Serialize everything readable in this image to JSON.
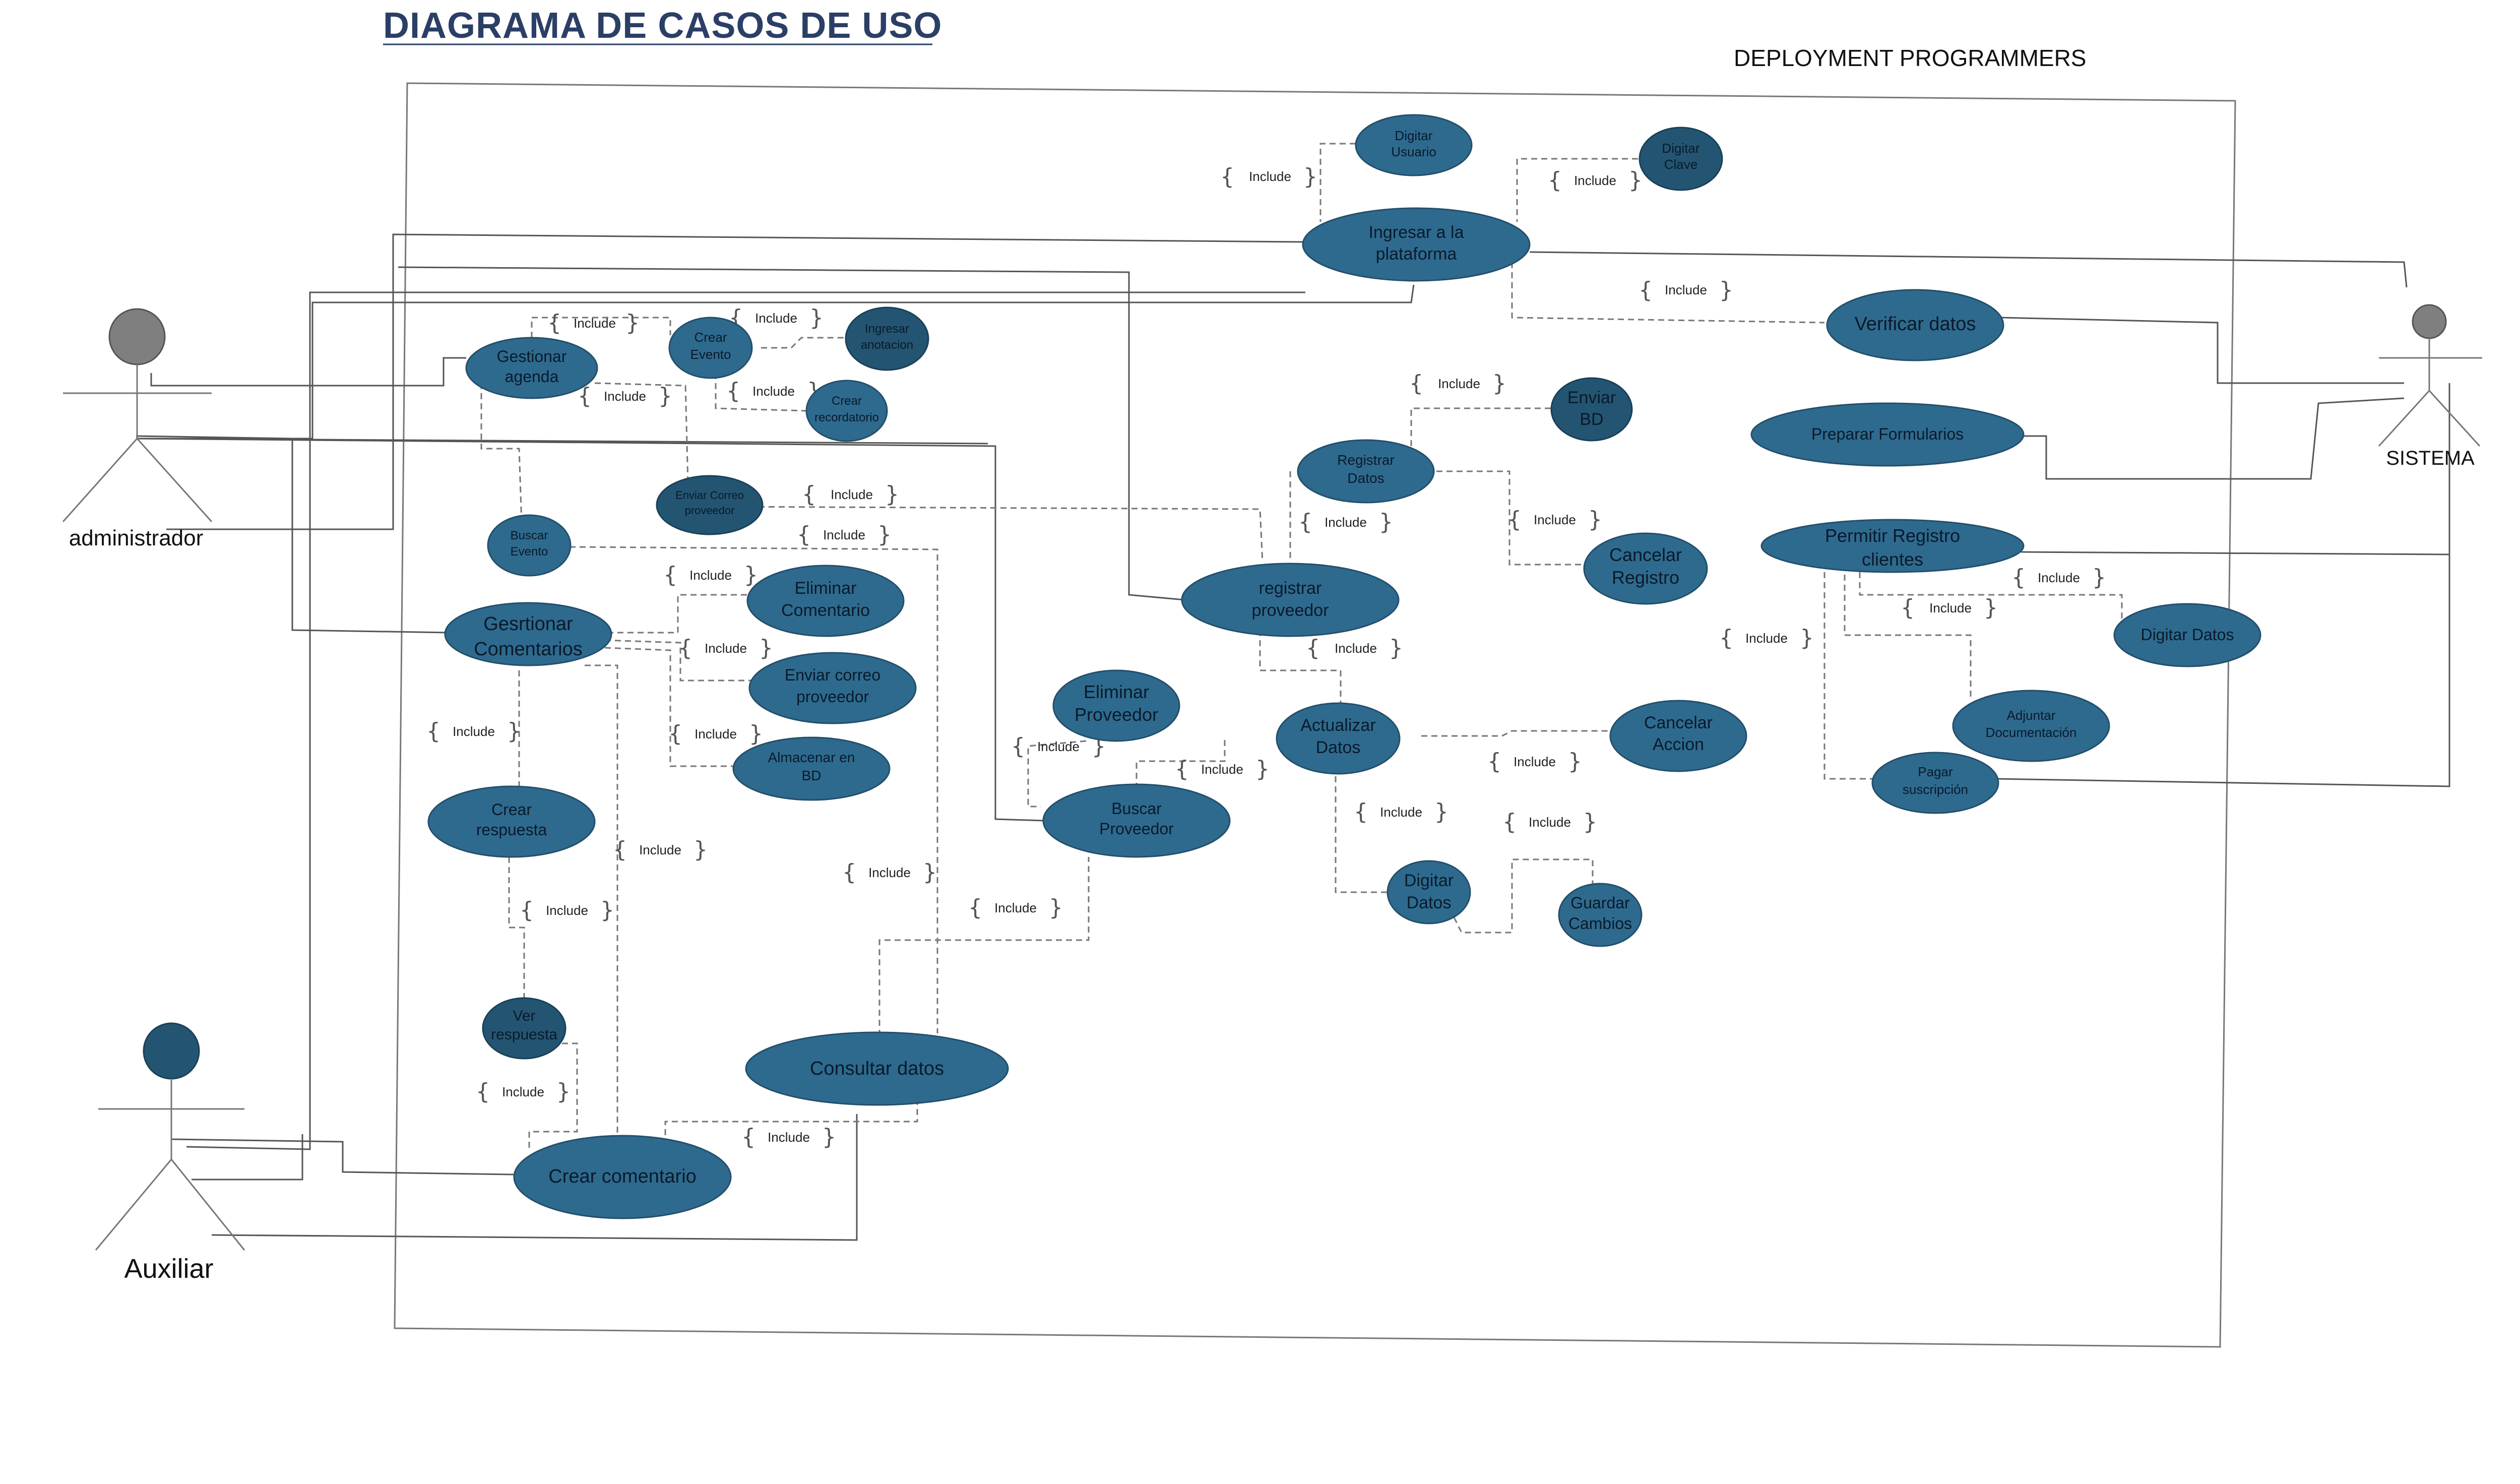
{
  "title": "DIAGRAMA DE CASOS DE USO",
  "company": "DEPLOYMENT PROGRAMMERS",
  "actors": {
    "administrador": "administrador",
    "auxiliar": "Auxiliar",
    "sistema": "SISTEMA"
  },
  "colors": {
    "usecase_fill": "#2e6a8e",
    "usecase_dark": "#235573",
    "title": "#2b3f66",
    "actor_admin": "#7f7f7f",
    "actor_aux": "#235573"
  },
  "include_label": "Include",
  "usecases": {
    "digitar_usuario": [
      "Digitar",
      "Usuario"
    ],
    "digitar_clave": [
      "Digitar",
      "Clave"
    ],
    "ingresar_plataforma": [
      "Ingresar a la",
      "plataforma"
    ],
    "verificar_datos": [
      "Verificar datos"
    ],
    "preparar_formularios": [
      "Preparar Formularios"
    ],
    "permitir_registro": [
      "Permitir Registro",
      "clientes"
    ],
    "digitar_datos_r": [
      "Digitar Datos"
    ],
    "adjuntar_doc": [
      "Adjuntar",
      "Documentación"
    ],
    "pagar_suscripcion": [
      "Pagar",
      "suscripción"
    ],
    "gestionar_agenda": [
      "Gestionar",
      "agenda"
    ],
    "crear_evento": [
      "Crear",
      "Evento"
    ],
    "ingresar_anotacion": [
      "Ingresar",
      "anotacion"
    ],
    "crear_recordatorio": [
      "Crear",
      "recordatorio"
    ],
    "enviar_correo_prov_small": [
      "Enviar Correo",
      "proveedor"
    ],
    "buscar_evento": [
      "Buscar",
      "Evento"
    ],
    "gestionar_comentarios": [
      "Gesrtionar",
      "Comentarios"
    ],
    "eliminar_comentario": [
      "Eliminar",
      "Comentario"
    ],
    "enviar_correo_proveedor": [
      "Enviar correo",
      "proveedor"
    ],
    "almacenar_bd": [
      "Almacenar en",
      "BD"
    ],
    "crear_respuesta": [
      "Crear",
      "respuesta"
    ],
    "ver_respuesta": [
      "Ver",
      "respuesta"
    ],
    "crear_comentario": [
      "Crear comentario"
    ],
    "consultar_datos": [
      "Consultar datos"
    ],
    "eliminar_proveedor": [
      "Eliminar",
      "Proveedor"
    ],
    "buscar_proveedor": [
      "Buscar",
      "Proveedor"
    ],
    "registrar_proveedor": [
      "registrar",
      "proveedor"
    ],
    "registrar_datos": [
      "Registrar",
      "Datos"
    ],
    "enviar_bd": [
      "Enviar",
      "BD"
    ],
    "cancelar_registro": [
      "Cancelar",
      "Registro"
    ],
    "actualizar_datos": [
      "Actualizar",
      "Datos"
    ],
    "cancelar_accion": [
      "Cancelar",
      "Accion"
    ],
    "digitar_datos": [
      "Digitar",
      "Datos"
    ],
    "guardar_cambios": [
      "Guardar",
      "Cambios"
    ]
  }
}
